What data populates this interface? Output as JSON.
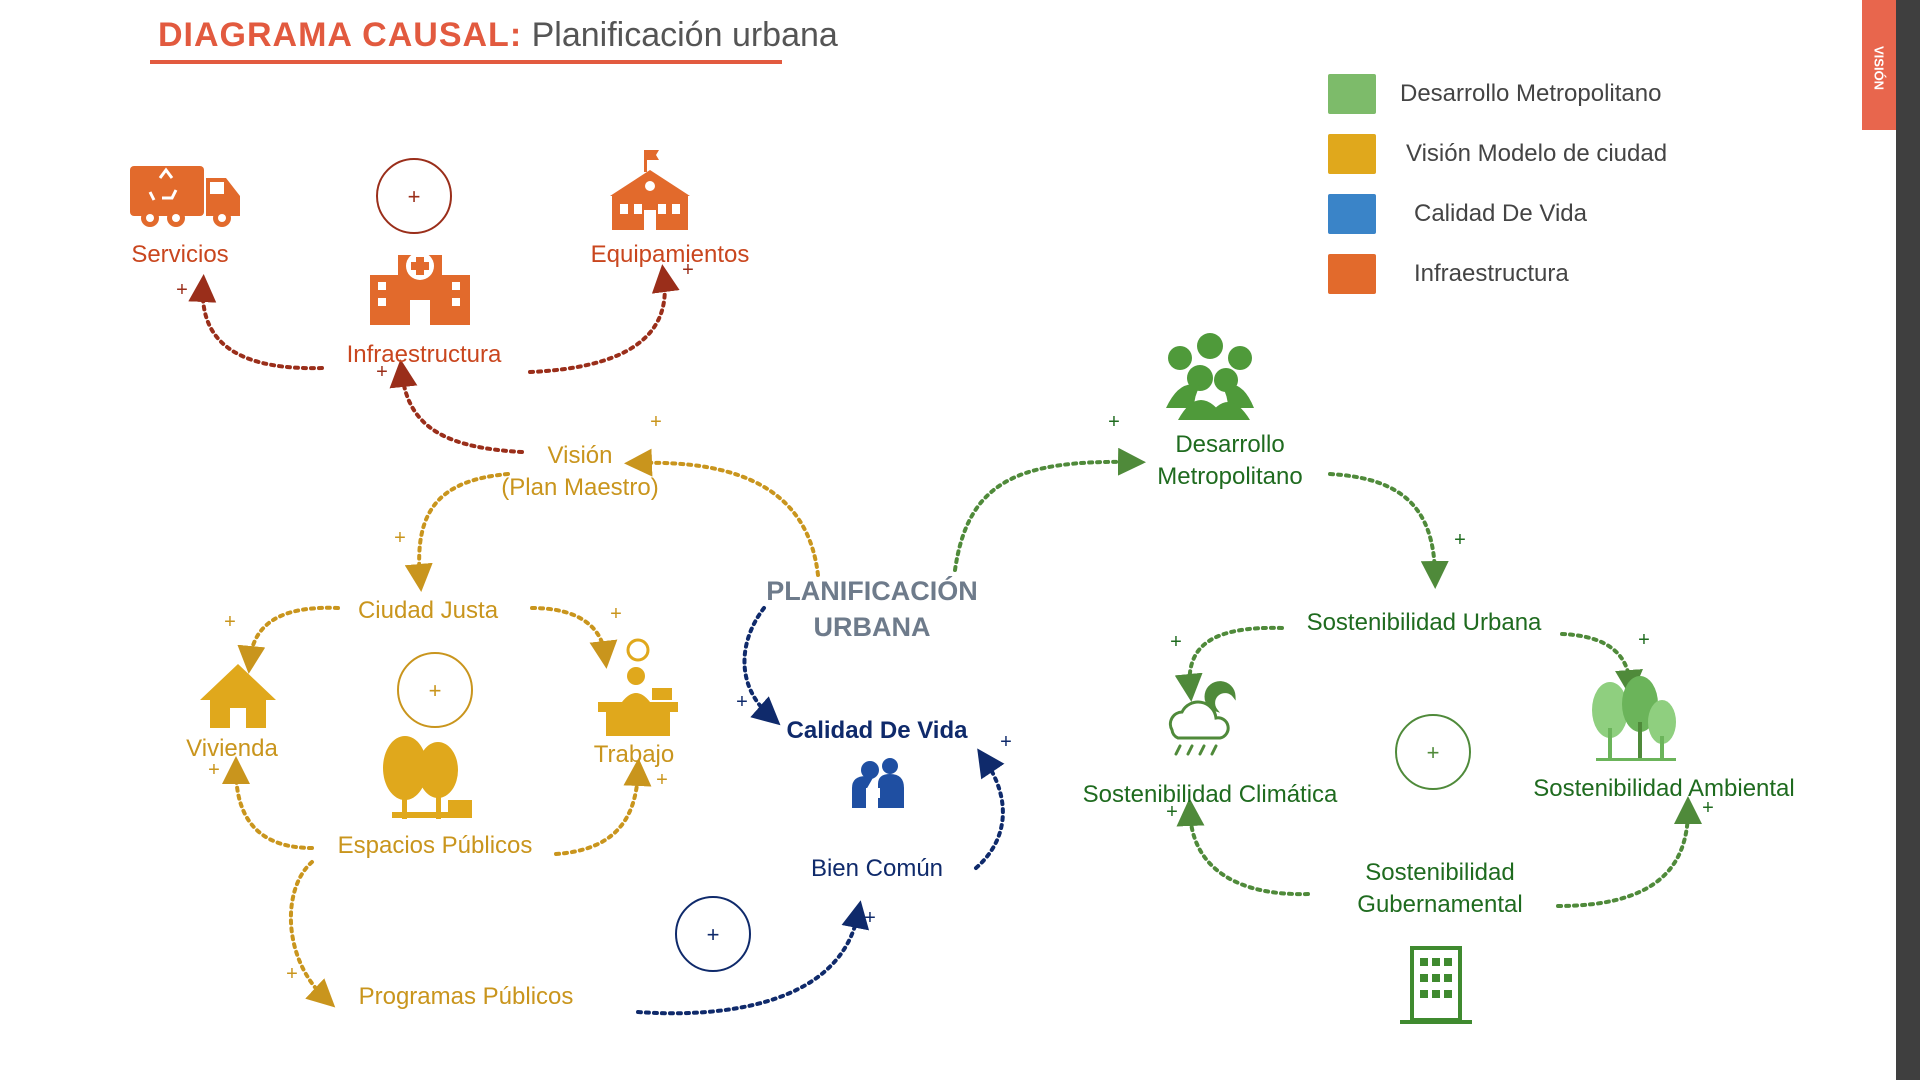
{
  "title": {
    "strong": "DIAGRAMA CAUSAL:",
    "light": "Planificación urbana"
  },
  "side_tab": "VISIÓN",
  "legend": [
    {
      "label": "Desarrollo Metropolitano",
      "color": "#7dbb6a"
    },
    {
      "label": "Visión Modelo de ciudad",
      "color": "#e0a81c"
    },
    {
      "label": "Calidad De Vida",
      "color": "#3a84c8"
    },
    {
      "label": "Infraestructura",
      "color": "#e26a2c"
    }
  ],
  "colors": {
    "infra": "#c9461e",
    "infra_arrow": "#9a2e1a",
    "vision": "#c9951d",
    "calidad": "#0f2a6b",
    "center": "#6e7b8b",
    "green_text": "#1f6b1f",
    "green_arrow": "#4f8a3a"
  },
  "labels": {
    "servicios": "Servicios",
    "infraestructura": "Infraestructura",
    "equipamientos": "Equipamientos",
    "vision_l1": "Visión",
    "vision_l2": "(Plan Maestro)",
    "ciudad_justa": "Ciudad Justa",
    "vivienda": "Vivienda",
    "trabajo": "Trabajo",
    "espacios_publicos": "Espacios Públicos",
    "programas_publicos": "Programas Públicos",
    "planificacion_l1": "PLANIFICACIÓN",
    "planificacion_l2": "URBANA",
    "calidad_de_vida": "Calidad De Vida",
    "bien_comun": "Bien Común",
    "desarrollo_l1": "Desarrollo",
    "desarrollo_l2": "Metropolitano",
    "sost_urbana": "Sostenibilidad Urbana",
    "sost_climatica": "Sostenibilidad Climática",
    "sost_ambiental": "Sostenibilidad Ambiental",
    "sost_gub_l1": "Sostenibilidad",
    "sost_gub_l2": "Gubernamental"
  },
  "polarity": "+",
  "loop_sign": "+",
  "icons": [
    "recycling-truck-icon",
    "hospital-icon",
    "school-building-icon",
    "house-icon",
    "trees-icon",
    "worker-desk-icon",
    "people-caring-icon",
    "people-group-icon",
    "weather-icon",
    "forest-icon",
    "office-building-icon"
  ]
}
